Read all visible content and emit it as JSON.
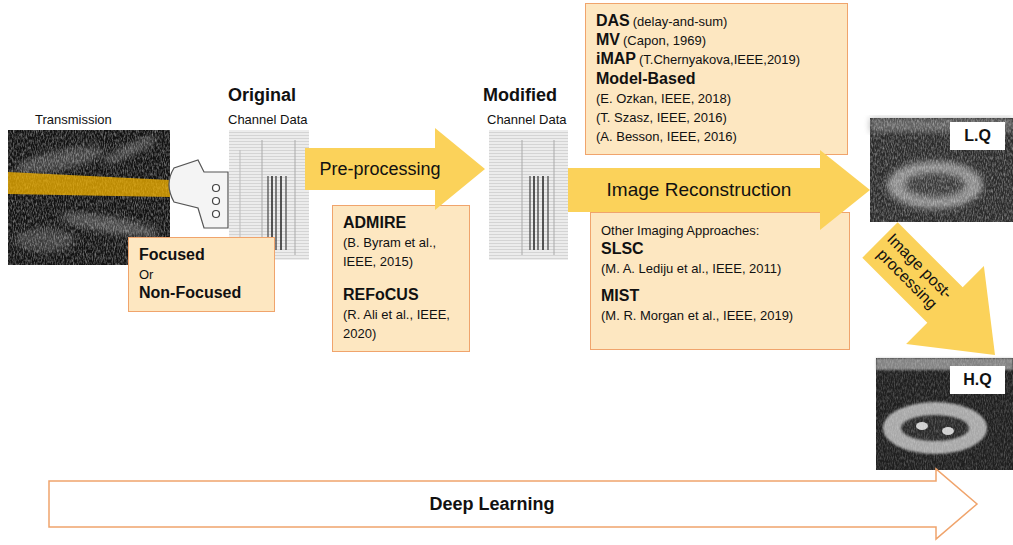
{
  "diagram": {
    "nodes": [
      {
        "text": [
          "Focused",
          "Or",
          "Non-Focused"
        ]
      },
      {
        "text": [
          "Pre-processing"
        ]
      },
      {
        "text": [
          "ADMIRE",
          "(B. Byram et al., IEEE, 2015)",
          "REFoCUS",
          "(R. Ali et al., IEEE, 2020)"
        ]
      },
      {
        "text": [
          "Image Reconstruction"
        ]
      },
      {
        "text": [
          "DAS",
          "(delay-and-sum)",
          "MV",
          "(Capon, 1969)",
          "iMAP",
          "(T.Chernyakova,IEEE,2019)",
          "Model-Based",
          "(E. Ozkan, IEEE, 2018)",
          "(T. Szasz, IEEE, 2016)",
          "(A. Besson, IEEE, 2016)"
        ]
      },
      {
        "text": [
          "Other Imaging Approaches:",
          "SLSC",
          "(M. A. Lediju et al., IEEE, 2011)",
          "MIST",
          "(M. R. Morgan et al., IEEE, 2019)"
        ]
      },
      {
        "text": [
          "Image post-processing"
        ]
      },
      {
        "text": [
          "Deep Learning"
        ]
      }
    ],
    "labels": [
      "Transmission",
      "Original",
      "Channel Data",
      "Modified",
      "Channel Data",
      "L.Q",
      "H.Q"
    ]
  }
}
